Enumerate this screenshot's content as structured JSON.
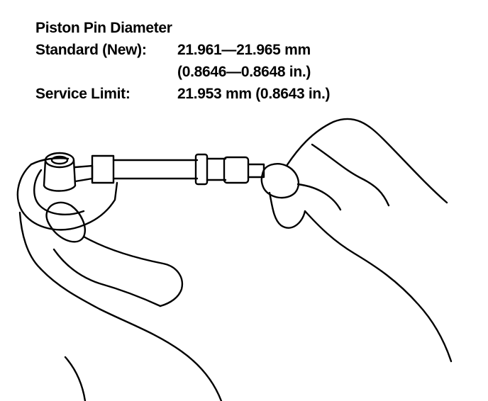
{
  "title": "Piston Pin Diameter",
  "standard": {
    "label": "Standard (New):",
    "metric": "21.961—21.965 mm",
    "imperial": "(0.8646—0.8648 in.)"
  },
  "service_limit": {
    "label": "Service Limit:",
    "value": "21.953 mm (0.8643 in.)"
  }
}
